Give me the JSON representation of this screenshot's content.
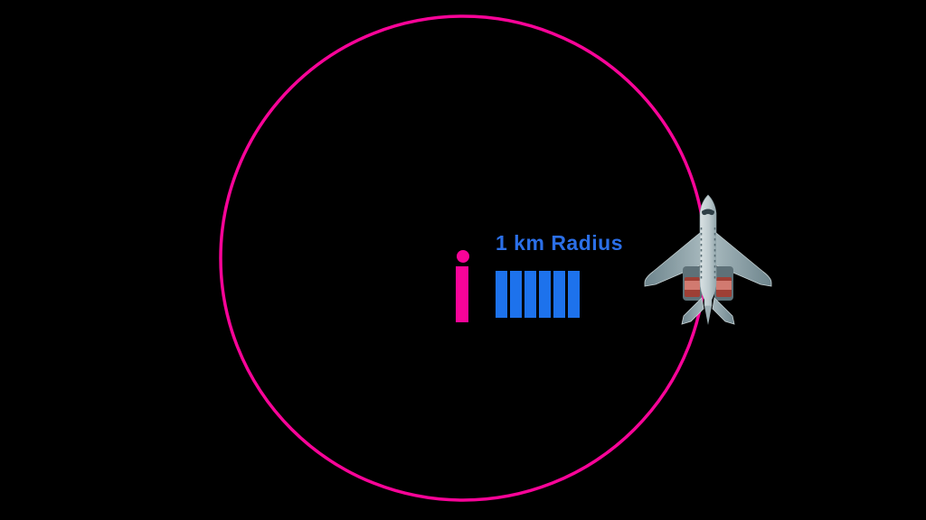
{
  "scene": {
    "background_color": "#000000",
    "radius_circle": {
      "description": "large circular outline marking a distance radius",
      "color": "#F80498",
      "stroke_width": 3.5
    },
    "center_dot": {
      "description": "center point of the radius circle",
      "color": "#F80498"
    },
    "label": {
      "text": "1 km Radius",
      "color": "#2B6FE8"
    },
    "pink_bar": {
      "description": "solid vertical pink bar below the center dot",
      "color": "#F80498"
    },
    "blue_bars": {
      "description": "block of vertical blue bars below the radius label",
      "color": "#1D72EC",
      "count": 6
    },
    "airplane": {
      "description": "top-down view of a jet airliner, nose pointing up, crossing the circle edge",
      "body_color": "#BECBCE",
      "wing_color": "#7E939B",
      "engine_accent_color": "#A04038"
    }
  }
}
